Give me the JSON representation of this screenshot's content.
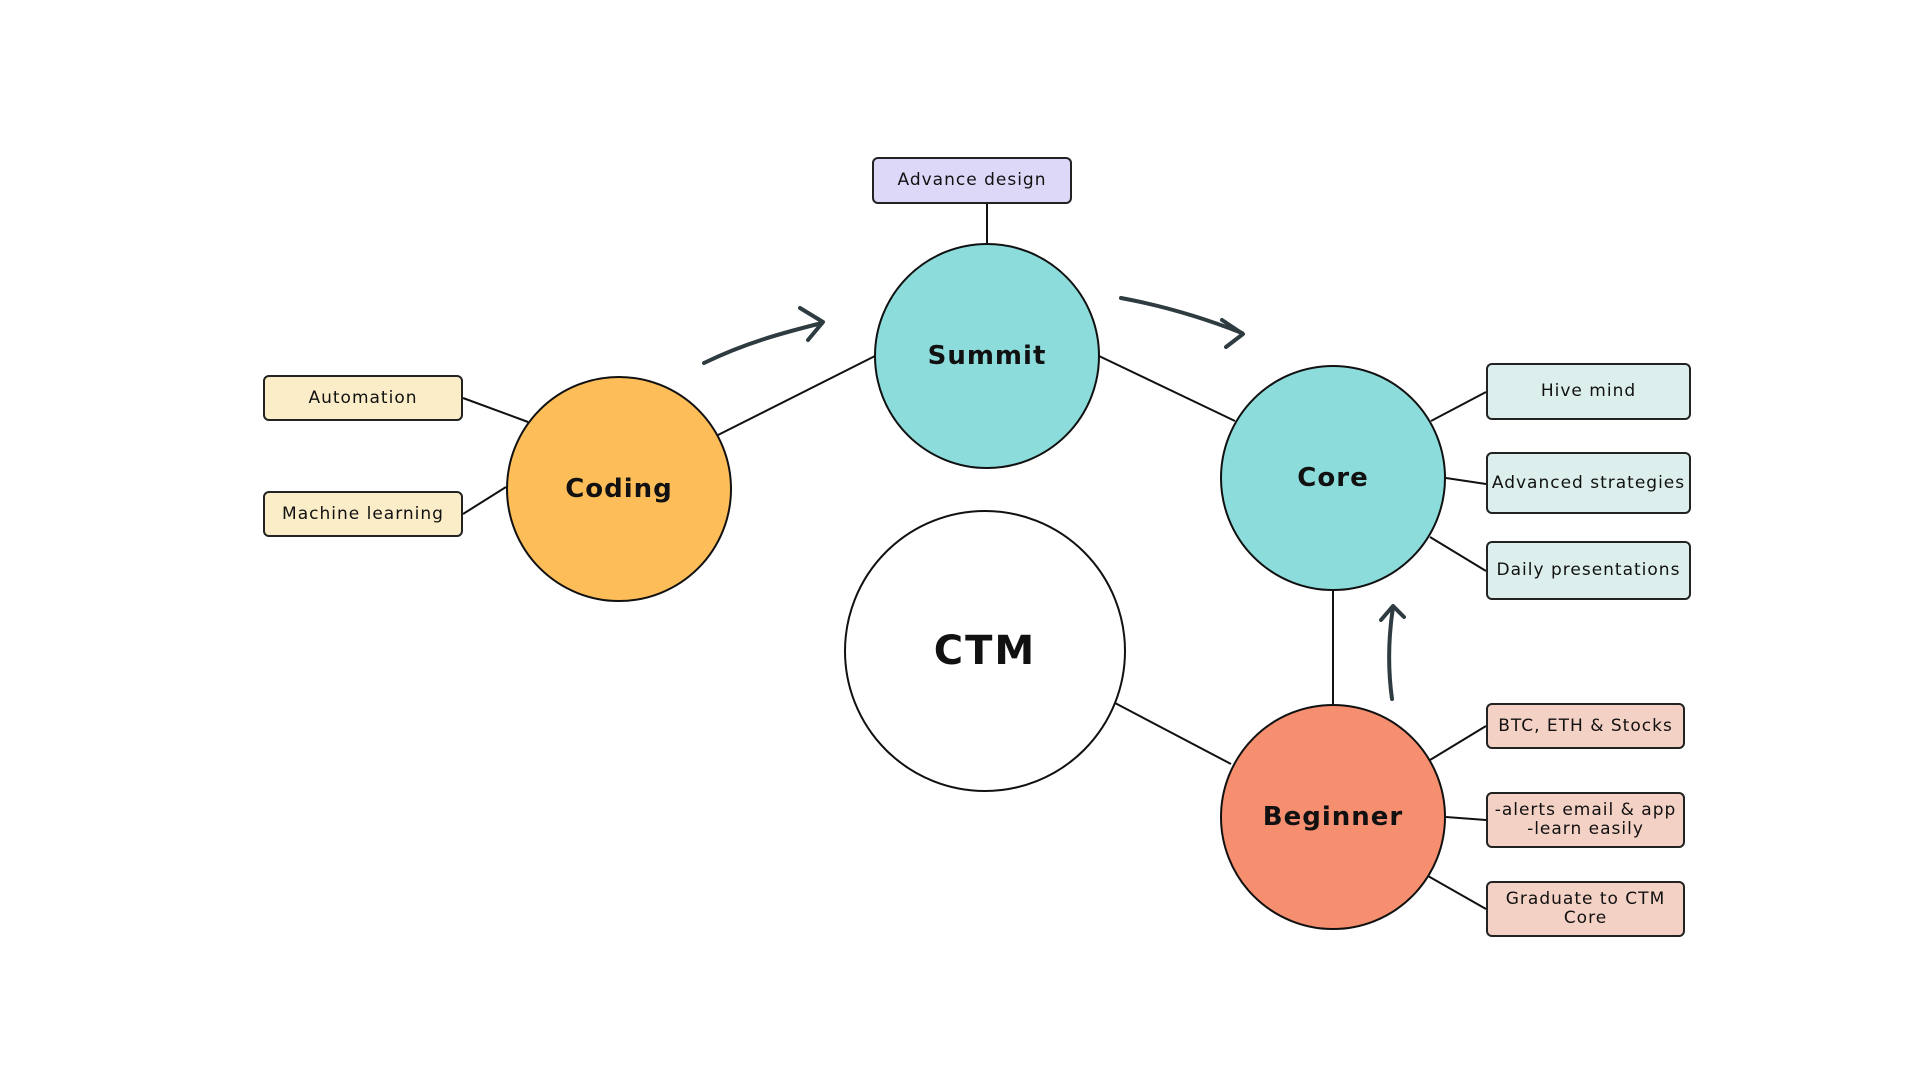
{
  "colors": {
    "coding": "#fdbe5a",
    "summit": "#8ddcdc",
    "core": "#8ddcdc",
    "beginner": "#f58f6f",
    "ctm": "#ffffff",
    "coding_tags": "#faedc8",
    "summit_tags": "#ddd8f7",
    "core_tags": "#dcefed",
    "beginner_tags": "#f4d1c5",
    "line": "#111111",
    "arrow": "#2e3b40"
  },
  "nodes": {
    "coding": "Coding",
    "summit": "Summit",
    "core": "Core",
    "beginner": "Beginner",
    "ctm": "CTM"
  },
  "tags": {
    "automation": "Automation",
    "machine_learning": "Machine learning",
    "advance_design": "Advance design",
    "hive_mind": "Hive mind",
    "advanced_strategies": "Advanced strategies",
    "daily_presentations": "Daily presentations",
    "btc_eth_stocks": "BTC, ETH & Stocks",
    "alerts_line1": "-alerts email & app",
    "alerts_line2": "-learn easily",
    "graduate_line1": "Graduate to CTM",
    "graduate_line2": "Core"
  }
}
